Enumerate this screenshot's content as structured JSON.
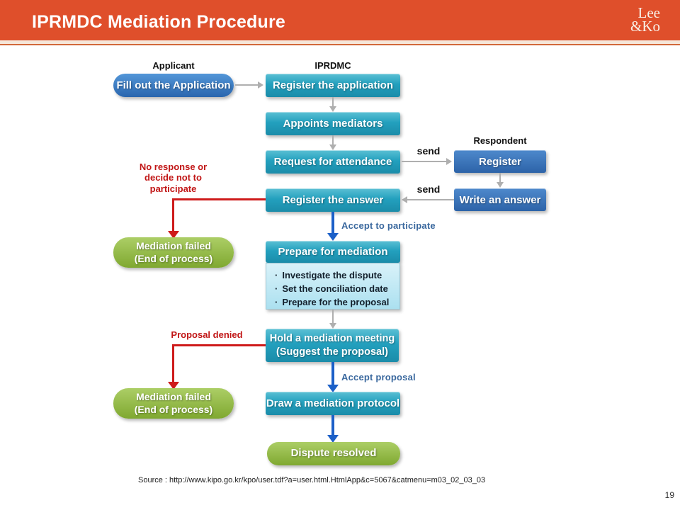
{
  "header": {
    "title": "IPRMDC Mediation Procedure",
    "logo_line1": "Lee",
    "logo_line2": "&Ko"
  },
  "columns": {
    "applicant": "Applicant",
    "iprdmc": "IPRDMC",
    "respondent": "Respondent"
  },
  "nodes": {
    "fill_application": "Fill out the Application",
    "register_application": "Register the application",
    "appoints_mediators": "Appoints mediators",
    "request_attendance": "Request for attendance",
    "register": "Register",
    "write_answer": "Write an answer",
    "register_answer": "Register the answer",
    "mediation_failed_1": "Mediation failed\n(End of process)",
    "prepare_mediation": "Prepare for mediation",
    "prepare_details": [
      "Investigate the dispute",
      "Set the conciliation date",
      "Prepare for the proposal"
    ],
    "hold_meeting": "Hold a mediation meeting\n(Suggest the proposal)",
    "mediation_failed_2": "Mediation failed\n(End of process)",
    "draw_protocol": "Draw a mediation protocol",
    "dispute_resolved": "Dispute resolved"
  },
  "labels": {
    "send_request": "send",
    "send_answer": "send",
    "no_response": "No response or\ndecide not to\nparticipate",
    "accept_participate": "Accept to participate",
    "proposal_denied": "Proposal denied",
    "accept_proposal": "Accept proposal",
    "bullet": "·"
  },
  "footer": {
    "source": "Source : http://www.kipo.go.kr/kpo/user.tdf?a=user.html.HtmlApp&c=5067&catmenu=m03_02_03_03",
    "page_number": "19"
  },
  "colors": {
    "header_orange": "#DF4F2B",
    "teal_box": "#23A0BE",
    "blue_pill": "#3579BE",
    "dark_blue_box": "#3570B4",
    "green_pill": "#8CB23F",
    "info_panel": "#C3E9F4",
    "arrow_gray": "#AFAFAF",
    "arrow_blue": "#1C60C8",
    "arrow_red": "#CE1B1B",
    "label_blue": "#3A689E",
    "label_red": "#C11616"
  }
}
